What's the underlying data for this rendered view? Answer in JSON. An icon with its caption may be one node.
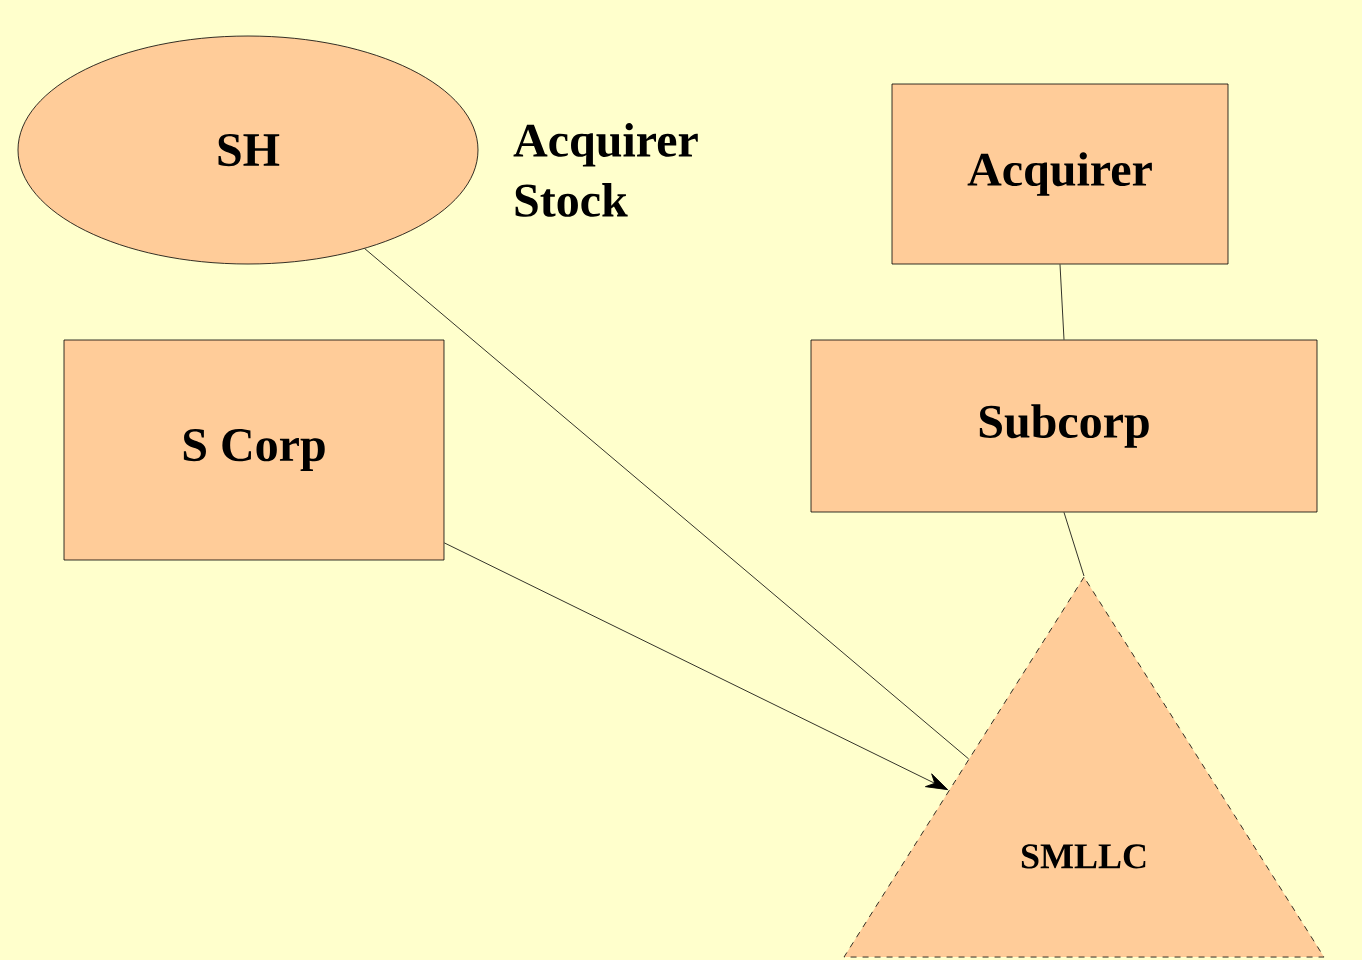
{
  "diagram": {
    "nodes": [
      {
        "text": [
          "SH"
        ]
      },
      {
        "text": [
          "Acquirer"
        ]
      },
      {
        "text": [
          "S Corp"
        ]
      },
      {
        "text": [
          "Subcorp"
        ]
      },
      {
        "text": [
          "SMLLC"
        ]
      }
    ],
    "edges": [
      {
        "from": 0,
        "to": 4,
        "arrow": "none"
      },
      {
        "from": 2,
        "to": 4,
        "arrow": "to"
      },
      {
        "from": 1,
        "to": 3,
        "arrow": "none"
      },
      {
        "from": 3,
        "to": 4,
        "arrow": "none"
      }
    ],
    "labels": [
      "Acquirer Stock"
    ]
  }
}
